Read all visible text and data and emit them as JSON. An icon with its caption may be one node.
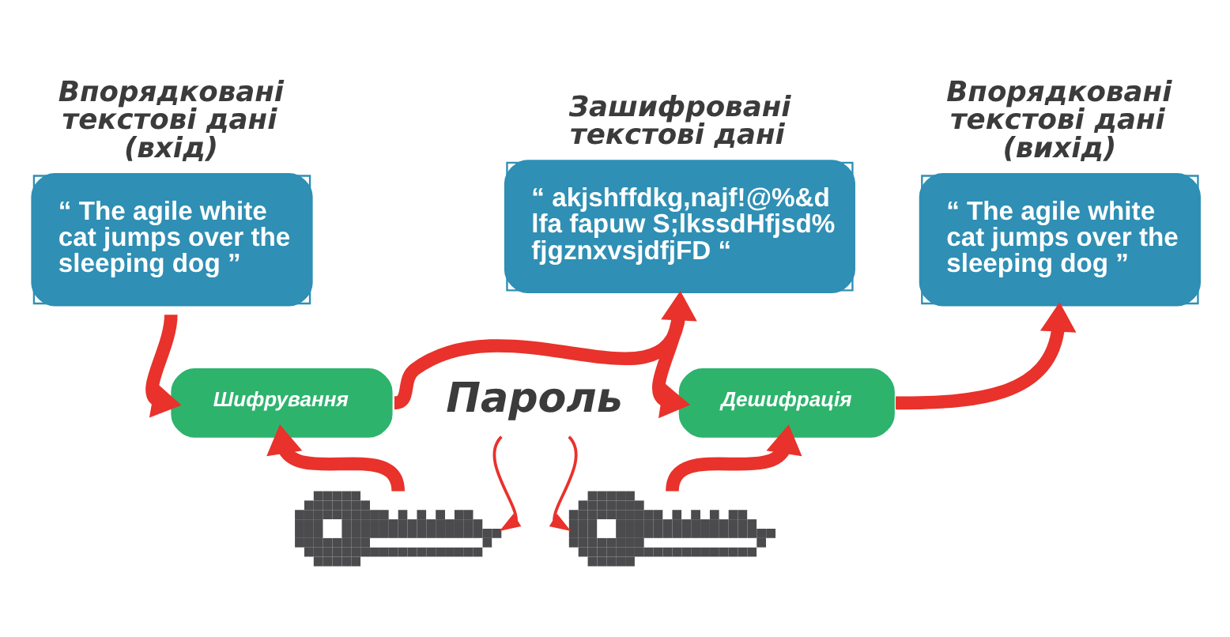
{
  "diagram": {
    "nodes": [
      {
        "text": [
          "Впорядковані текстові дані (вхід)",
          "“ The agile white cat jumps over the sleeping dog ”"
        ]
      },
      {
        "text": [
          "Зашифровані текстові дані",
          "“ akjshffdkg,najf!@%&d lfa fapuw S;lkssdHfjsd% fjgznxvsjdfjFD “"
        ]
      },
      {
        "text": [
          "Впорядковані текстові дані (вихід)",
          "“ The agile white cat jumps over the sleeping dog ”"
        ]
      },
      {
        "text": [
          "Шифрування"
        ]
      },
      {
        "text": [
          "Дешифрація"
        ]
      },
      {
        "text": [],
        "shape": "picture"
      },
      {
        "text": [
          "Пароль"
        ]
      },
      {
        "text": [],
        "shape": "picture"
      }
    ],
    "edges": [
      {
        "from": 0,
        "to": 3,
        "arrow": "to"
      },
      {
        "from": 3,
        "to": 1,
        "arrow": "to"
      },
      {
        "from": 1,
        "to": 4,
        "arrow": "to"
      },
      {
        "from": 4,
        "to": 2,
        "arrow": "to"
      },
      {
        "from": 5,
        "to": 3,
        "arrow": "to"
      },
      {
        "from": 7,
        "to": 4,
        "arrow": "to"
      },
      {
        "from": 6,
        "to": 5,
        "arrow": "to"
      },
      {
        "from": 6,
        "to": 7,
        "arrow": "to"
      }
    ]
  }
}
